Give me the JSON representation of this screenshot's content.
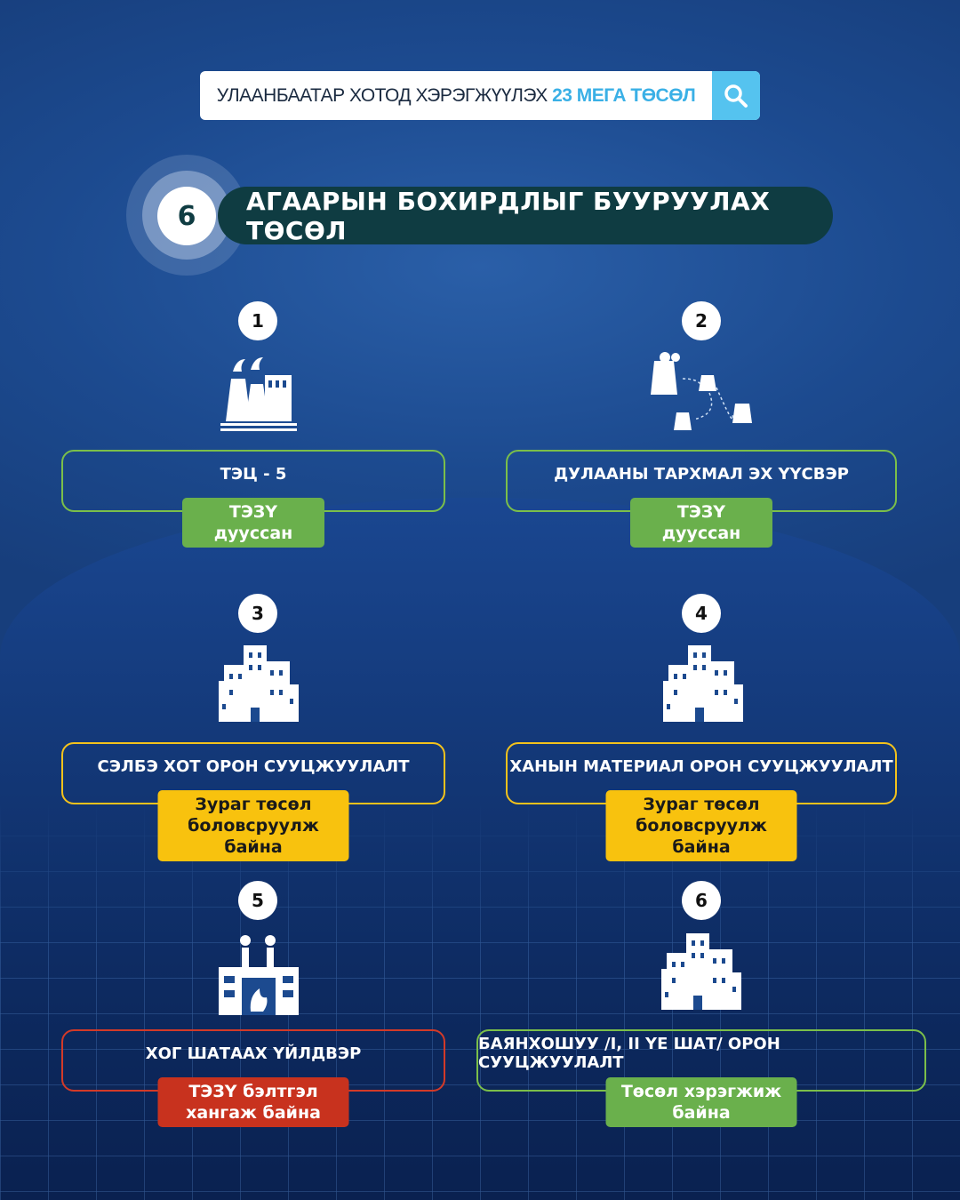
{
  "header": {
    "search_text": "УЛААНБААТАР ХОТОД ХЭРЭГЖҮҮЛЭХ",
    "search_highlight": "23 МЕГА ТӨСӨЛ"
  },
  "section": {
    "number": "6",
    "title": "АГААРЫН БОХИРДЛЫГ БУУРУУЛАХ ТӨСӨЛ"
  },
  "projects": [
    {
      "num": "1",
      "title": "ТЭЦ - 5",
      "status": "ТЭЗҮ дууссан",
      "icon": "power-plant-icon"
    },
    {
      "num": "2",
      "title": "ДУЛААНЫ ТАРХМАЛ ЭХ ҮҮСВЭР",
      "status": "ТЭЗҮ дууссан",
      "icon": "distributed-heat-icon"
    },
    {
      "num": "3",
      "title": "СЭЛБЭ ХОТ ОРОН СУУЦЖУУЛАЛТ",
      "status": "Зураг төсөл боловсруулж байна",
      "icon": "buildings-icon"
    },
    {
      "num": "4",
      "title": "ХАНЫН МАТЕРИАЛ ОРОН СУУЦЖУУЛАЛТ",
      "status": "Зураг төсөл боловсруулж байна",
      "icon": "buildings-icon"
    },
    {
      "num": "5",
      "title": "ХОГ ШАТААХ ҮЙЛДВЭР",
      "status": "ТЭЗҮ бэлтгэл хангаж байна",
      "icon": "incinerator-icon"
    },
    {
      "num": "6",
      "title": "БАЯНХОШУУ /I, II ҮЕ ШАТ/ ОРОН СУУЦЖУУЛАЛТ",
      "status": "Төсөл хэрэгжиж байна",
      "icon": "buildings-icon"
    }
  ],
  "colors": {
    "green": "#6ab04c",
    "yellow": "#f8c20e",
    "red": "#c8321e",
    "accent": "#55c3ef"
  }
}
